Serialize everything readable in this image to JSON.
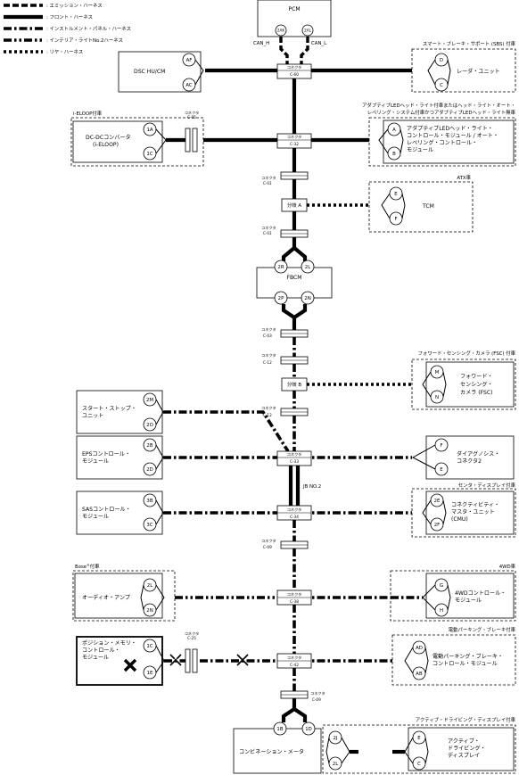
{
  "legend": [
    {
      "label": ": エミッション・ハーネス"
    },
    {
      "label": ": フロント・ハーネス"
    },
    {
      "label": ": インストルメント・パネル・ハーネス"
    },
    {
      "label": ": インテリア・ライトNo.2ハーネス"
    },
    {
      "label": ": リヤ・ハーネス"
    }
  ],
  "connector_tag": "コネクタ",
  "connectors": {
    "c60": "C-60",
    "c32": "C-32",
    "c01a": "C-01",
    "c01b": "C-01",
    "c03": "C-03",
    "c12a": "C-12",
    "c12b": "C-12",
    "c33": "C-33",
    "c34": "C-34",
    "c09a": "C-09",
    "c38": "C-38",
    "c42": "C-42",
    "c09b": "C-09",
    "c05": "C-05",
    "c25": "C-25"
  },
  "branches": {
    "a": "分岐 A",
    "b": "分岐 B"
  },
  "jb": "JB NO.2",
  "pcm": {
    "title": "PCM",
    "pins": [
      "2AK",
      "2AL"
    ],
    "can_h": "CAN_H",
    "can_l": "CAN_L"
  },
  "fbcm": {
    "title": "FBCM",
    "top_pins": [
      "2R",
      "2L"
    ],
    "bottom_pins": [
      "2P",
      "2N"
    ]
  },
  "dsc": {
    "title": "DSC HU/CM",
    "pins": [
      "AF",
      "AC"
    ]
  },
  "radar": {
    "option": "スマート・ブレーキ・サポート (SBS) 付車",
    "title": "レーダ・ユニット",
    "pins": [
      "D",
      "C"
    ]
  },
  "dcdc": {
    "option": "i-ELOOP付車",
    "title": [
      "DC-DCコンバータ",
      "(i-ELOOP)"
    ],
    "pins": [
      "1A",
      "1C"
    ]
  },
  "alh": {
    "option": [
      "アダプティブLEDヘッド・ライト付車またはヘッド・ライト・オート・",
      "レベリング・システム付車かつアダプティブLEDヘッド・ライト無車"
    ],
    "title": [
      "アダプティブLEDヘッド・ライト・",
      "コントロール・モジュール / オート・",
      "レベリング・コントロール・",
      "モジュール"
    ],
    "pins": [
      "A",
      "B"
    ]
  },
  "tcm": {
    "option": "ATX車",
    "title": "TCM",
    "pins": [
      "E",
      "F"
    ]
  },
  "fsc": {
    "option": "フォワード・センシング・カメラ (FSC) 付車",
    "title": [
      "フォワード・",
      "センシング・",
      "カメラ (FSC)"
    ],
    "pins": [
      "M",
      "N"
    ]
  },
  "startstop": {
    "title": [
      "スタート・ストップ・",
      "ユニット"
    ],
    "pins": [
      "2M",
      "2O"
    ]
  },
  "eps": {
    "title": [
      "EPSコントロール・",
      "モジュール"
    ],
    "pins": [
      "2B",
      "2D"
    ]
  },
  "dlc": {
    "title": [
      "ダイアグノシス・",
      "コネクタ2"
    ],
    "pins": [
      "F",
      "E"
    ]
  },
  "sas": {
    "title": [
      "SASコントロール・",
      "モジュール"
    ],
    "pins": [
      "3B",
      "3C"
    ]
  },
  "cmu": {
    "option": "センタ・ディスプレイ付車",
    "title": [
      "コネクティビティ・",
      "マスタ・ユニット",
      "(CMU)"
    ],
    "pins": [
      "2E",
      "2F"
    ]
  },
  "audio": {
    "option": "Bose",
    "option_sup": "®",
    "option_suffix": "付車",
    "title": "オーディオ・アンプ",
    "pins": [
      "2L",
      "2N"
    ]
  },
  "awd": {
    "option": "4WD車",
    "title": [
      "4WDコントロール・",
      "モジュール"
    ],
    "pins": [
      "G",
      "H"
    ]
  },
  "seat": {
    "title": [
      "ポジション・メモリ・",
      "コントロール・",
      "モジュール"
    ],
    "pins": [
      "1C",
      "1E"
    ]
  },
  "epb": {
    "option": "電動パーキング・ブレーキ付車",
    "title": [
      "電動パーキング・ブレーキ・",
      "コントロール・モジュール"
    ],
    "pins": [
      "AD",
      "AB"
    ]
  },
  "meter": {
    "title": "コンビネーション・メータ",
    "pins": [
      "1B",
      "1D"
    ]
  },
  "add": {
    "option": "アクティブ・ドライビング・ディスプレイ付車",
    "title": [
      "アクティブ・",
      "ドライビング・",
      "ディスプレイ"
    ],
    "inner_pins": [
      "2J",
      "2L"
    ],
    "pins": [
      "E",
      "C"
    ]
  }
}
